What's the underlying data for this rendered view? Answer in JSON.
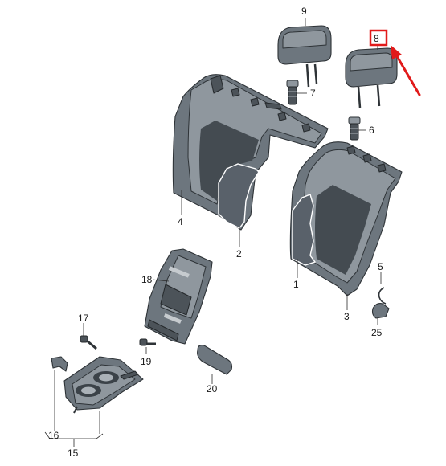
{
  "labels": {
    "p1": "1",
    "p2": "2",
    "p3": "3",
    "p4": "4",
    "p5": "5",
    "p6": "6",
    "p7": "7",
    "p8": "8",
    "p9": "9",
    "p15": "15",
    "p16": "16",
    "p17": "17",
    "p18": "18",
    "p19": "19",
    "p20": "20",
    "p25": "25"
  },
  "colors": {
    "part_fill": "#6d767e",
    "part_outline": "#2e3337",
    "highlight": "#e11a1a",
    "label": "#1a1a1a"
  },
  "highlighted_part": "8"
}
